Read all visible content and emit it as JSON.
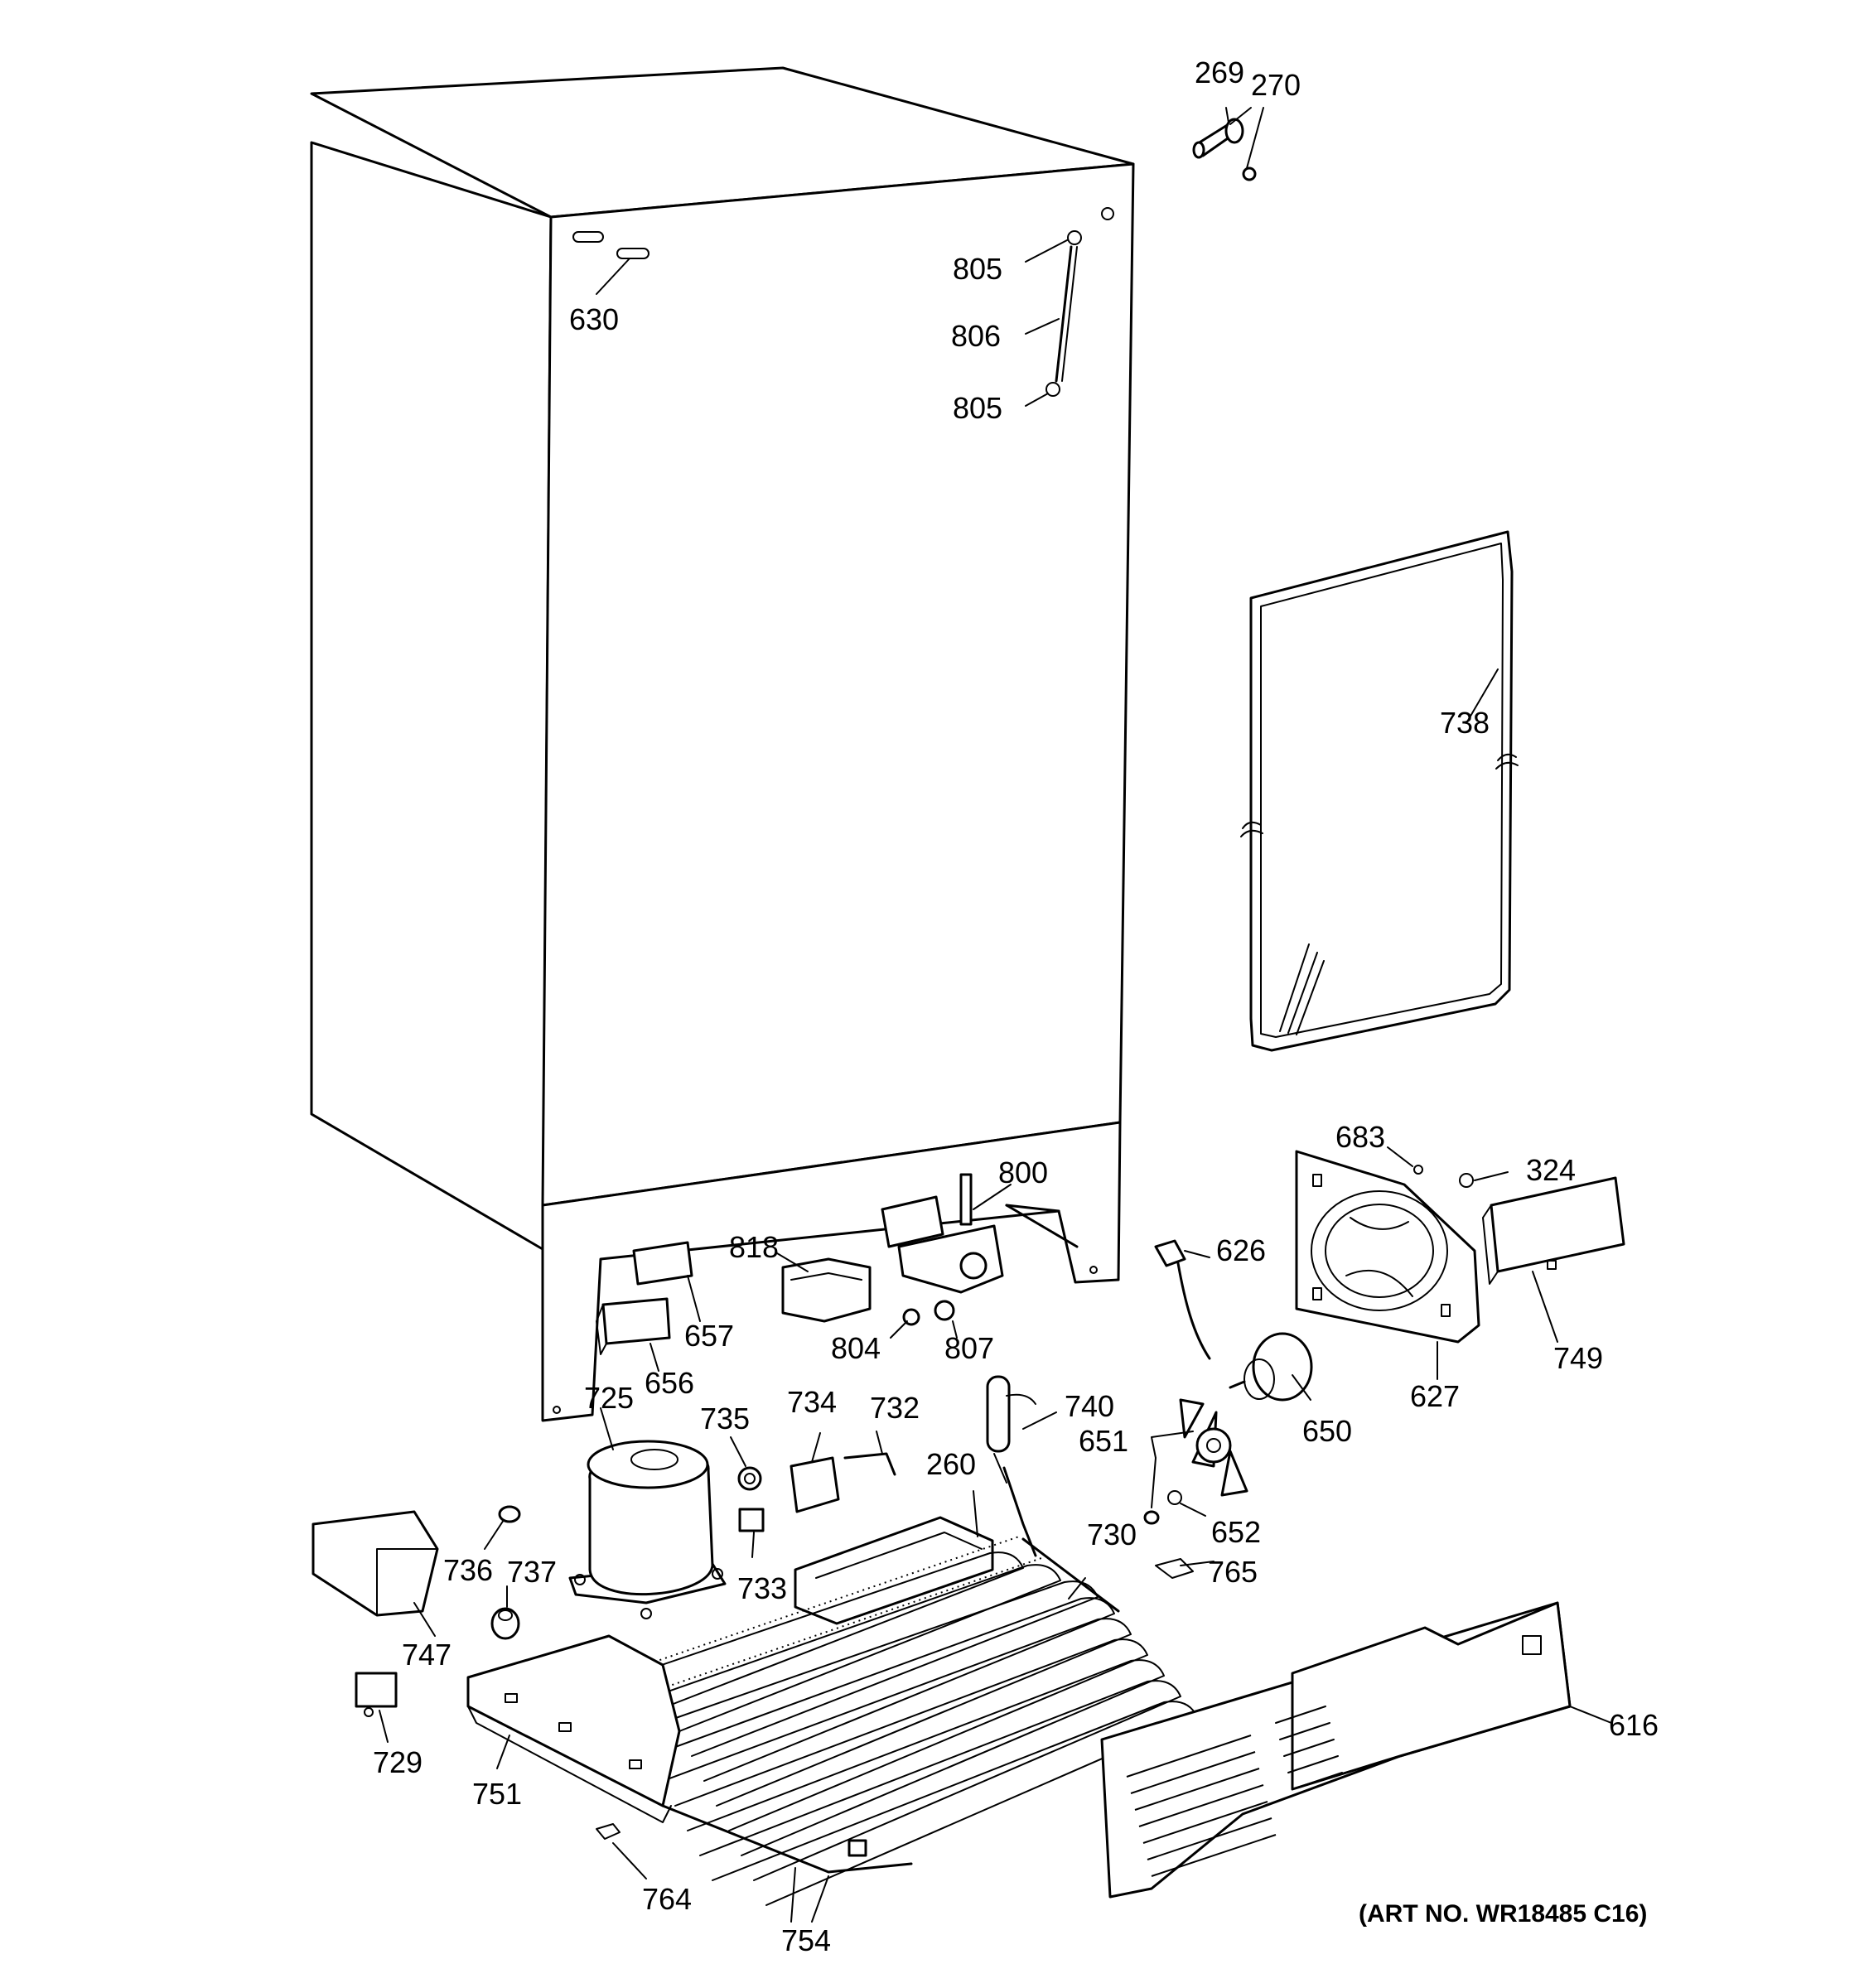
{
  "art_number": "(ART NO. WR18485 C16)",
  "labels": {
    "p269": "269",
    "p270": "270",
    "p805a": "805",
    "p806": "806",
    "p805b": "805",
    "p630": "630",
    "p738": "738",
    "p683": "683",
    "p324": "324",
    "p800": "800",
    "p818": "818",
    "p626": "626",
    "p657": "657",
    "p656": "656",
    "p804": "804",
    "p807": "807",
    "p627": "627",
    "p749": "749",
    "p725": "725",
    "p735": "735",
    "p734": "734",
    "p732": "732",
    "p740": "740",
    "p650": "650",
    "p651": "651",
    "p260": "260",
    "p652": "652",
    "p736": "736",
    "p737": "737",
    "p733": "733",
    "p730": "730",
    "p765": "765",
    "p747": "747",
    "p616": "616",
    "p729": "729",
    "p751": "751",
    "p764": "764",
    "p754": "754"
  }
}
